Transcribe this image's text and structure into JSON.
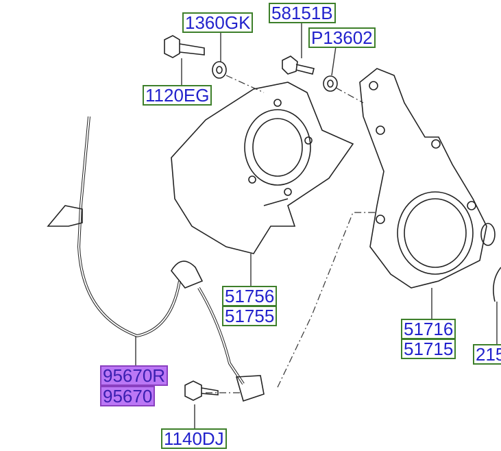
{
  "labels": {
    "p1360GK": "1360GK",
    "p58151B": "58151B",
    "pP13602": "P13602",
    "p1120EG": "1120EG",
    "p51756": "51756",
    "p51755": "51755",
    "p51716": "51716",
    "p51715": "51715",
    "p215": "215",
    "p95670R": "95670R",
    "p95670": "95670",
    "p1140DJ": "1140DJ"
  },
  "colors": {
    "label_text": "#2222cc",
    "label_border": "#3d7f2a",
    "highlight": "#bb77f5"
  }
}
